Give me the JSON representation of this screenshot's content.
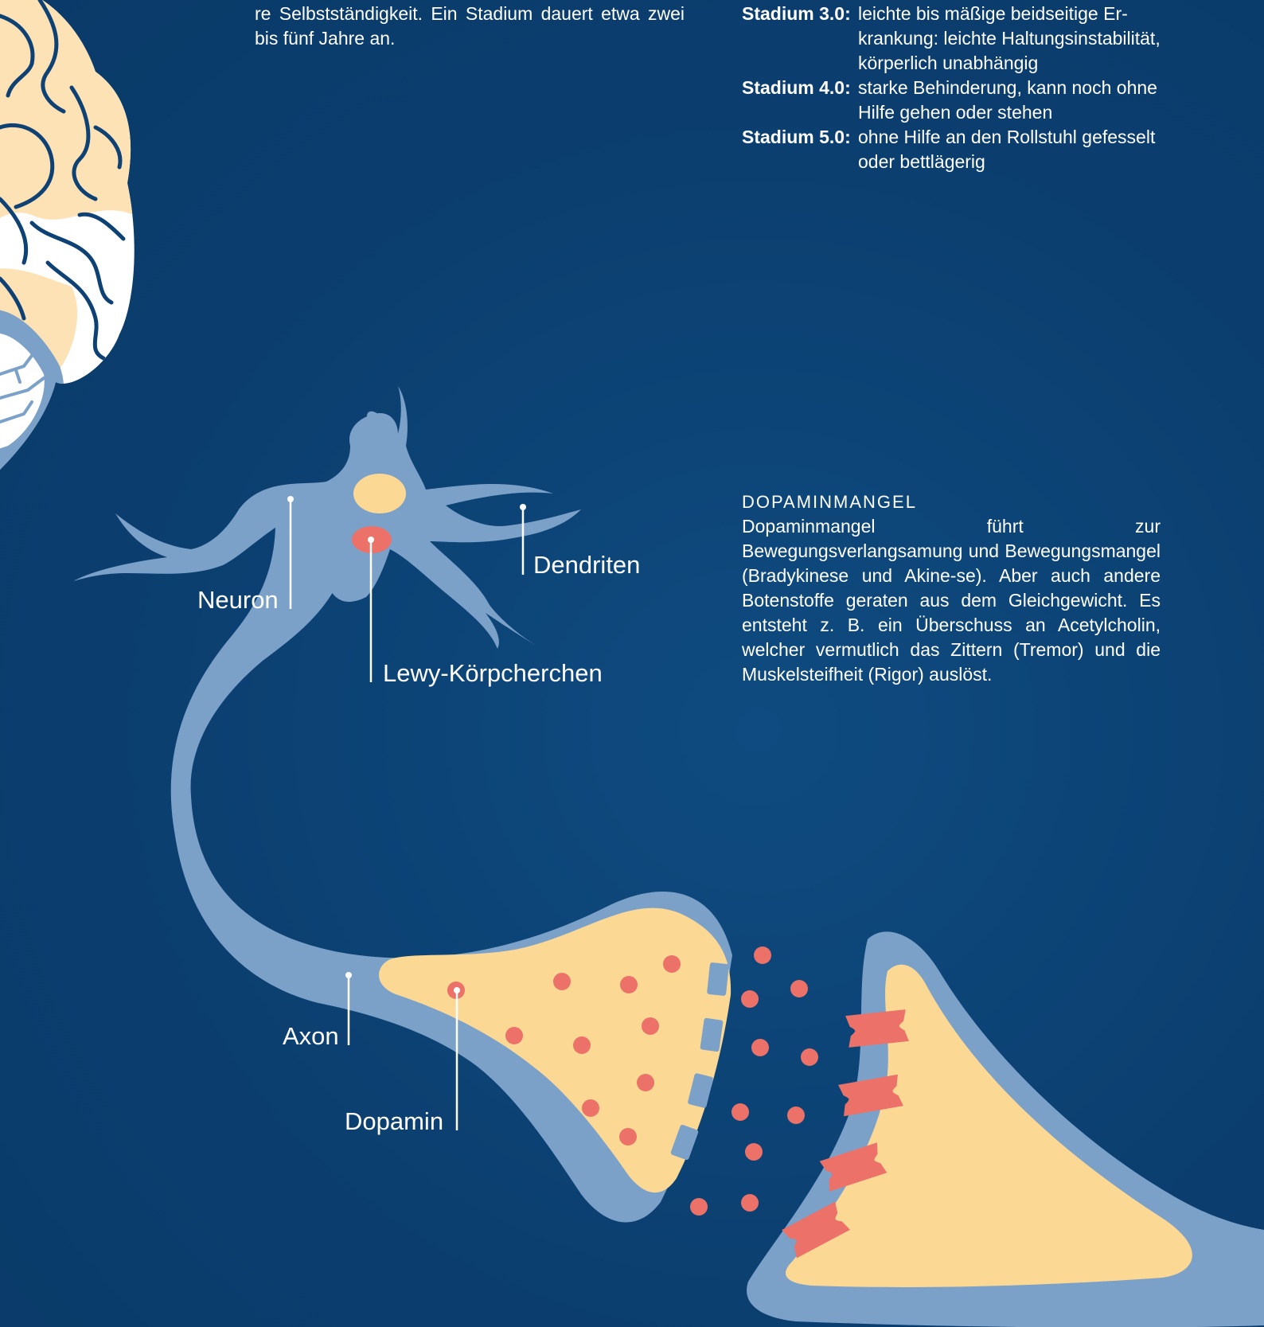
{
  "intro": {
    "text": "re Selbstständigkeit. Ein Stadium dauert etwa zwei bis fünf Jahre an."
  },
  "stages": [
    {
      "label": "Stadium 3.0:",
      "description": "leichte bis mäßige beidseitige Er-krankung: leichte Haltungsinstabilität, körperlich unabhängig"
    },
    {
      "label": "Stadium 4.0:",
      "description": "starke Behinderung, kann noch ohne Hilfe gehen oder stehen"
    },
    {
      "label": "Stadium 5.0:",
      "description": "ohne Hilfe an den Rollstuhl gefesselt oder bettlägerig"
    }
  ],
  "dopamine_section": {
    "heading": "DOPAMINMANGEL",
    "body": "Dopaminmangel führt zur Bewegungsverlangsamung und Bewegungsmangel (Bradykinese und Akine-se). Aber auch andere Botenstoffe geraten aus dem Gleichgewicht. Es entsteht z. B. ein Überschuss an Acetylcholin, welcher vermutlich das Zittern (Tremor) und die Muskelsteifheit (Rigor) auslöst."
  },
  "labels": {
    "neuron": "Neuron",
    "dendrites": "Dendriten",
    "lewy": "Lewy-Körpcherchen",
    "axon": "Axon",
    "dopamine": "Dopamin"
  },
  "colors": {
    "background": "#0b3f70",
    "membrane": "#7ba1c9",
    "terminal": "#fcd895",
    "dopamine": "#ec7168",
    "brain_outline": "#0e4275",
    "text": "#ffffff"
  }
}
